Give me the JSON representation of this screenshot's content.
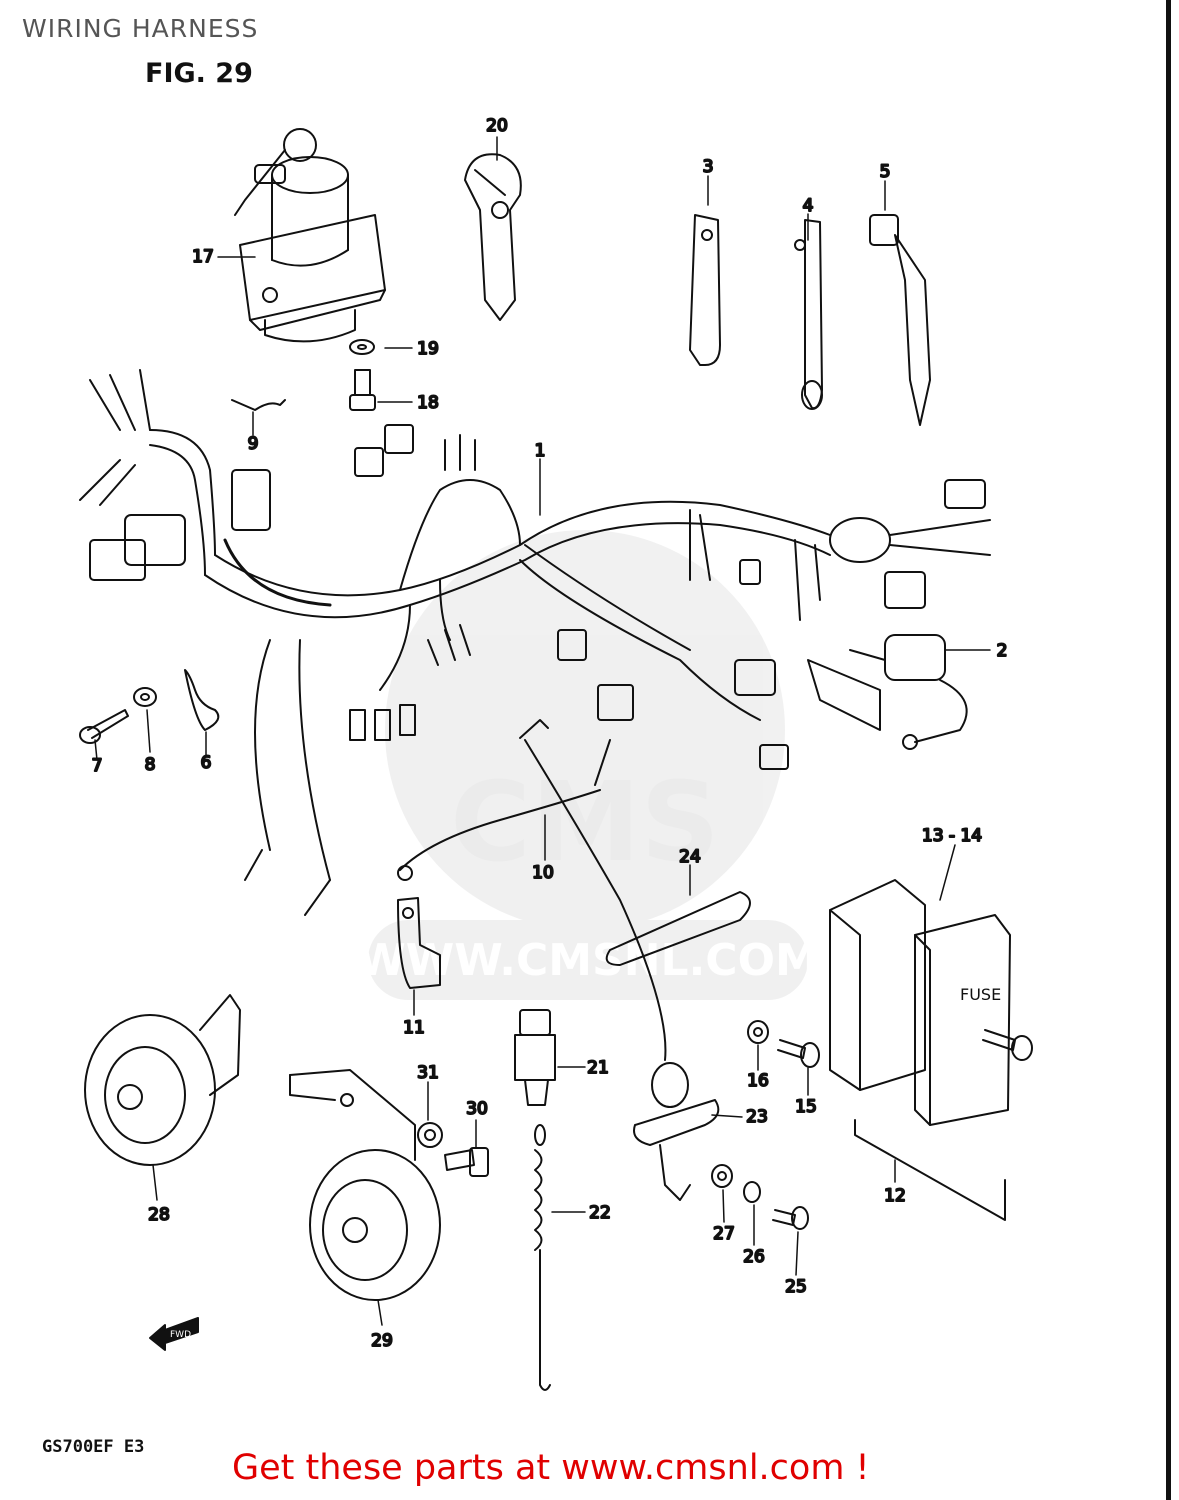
{
  "header": {
    "title": "WIRING HARNESS"
  },
  "figure": {
    "label": "FIG. 29",
    "model": "GS700EF  E3"
  },
  "watermark": {
    "line1": "CMS",
    "line2": "WWW.CMSNL.COM"
  },
  "footer": {
    "link_text": "Get these parts at www.cmsnl.com !"
  },
  "callouts": [
    {
      "id": "1",
      "text": "1"
    },
    {
      "id": "2",
      "text": "2"
    },
    {
      "id": "3",
      "text": "3"
    },
    {
      "id": "4",
      "text": "4"
    },
    {
      "id": "5",
      "text": "5"
    },
    {
      "id": "6",
      "text": "6"
    },
    {
      "id": "7",
      "text": "7"
    },
    {
      "id": "8",
      "text": "8"
    },
    {
      "id": "9",
      "text": "9"
    },
    {
      "id": "10",
      "text": "10"
    },
    {
      "id": "11",
      "text": "11"
    },
    {
      "id": "12",
      "text": "12"
    },
    {
      "id": "13-14",
      "text": "13 - 14"
    },
    {
      "id": "15",
      "text": "15"
    },
    {
      "id": "16",
      "text": "16"
    },
    {
      "id": "17",
      "text": "17"
    },
    {
      "id": "18",
      "text": "18"
    },
    {
      "id": "19",
      "text": "19"
    },
    {
      "id": "20",
      "text": "20"
    },
    {
      "id": "21",
      "text": "21"
    },
    {
      "id": "22",
      "text": "22"
    },
    {
      "id": "23",
      "text": "23"
    },
    {
      "id": "24",
      "text": "24"
    },
    {
      "id": "25",
      "text": "25"
    },
    {
      "id": "26",
      "text": "26"
    },
    {
      "id": "27",
      "text": "27"
    },
    {
      "id": "28",
      "text": "28"
    },
    {
      "id": "29",
      "text": "29"
    },
    {
      "id": "30",
      "text": "30"
    },
    {
      "id": "31",
      "text": "31"
    }
  ]
}
